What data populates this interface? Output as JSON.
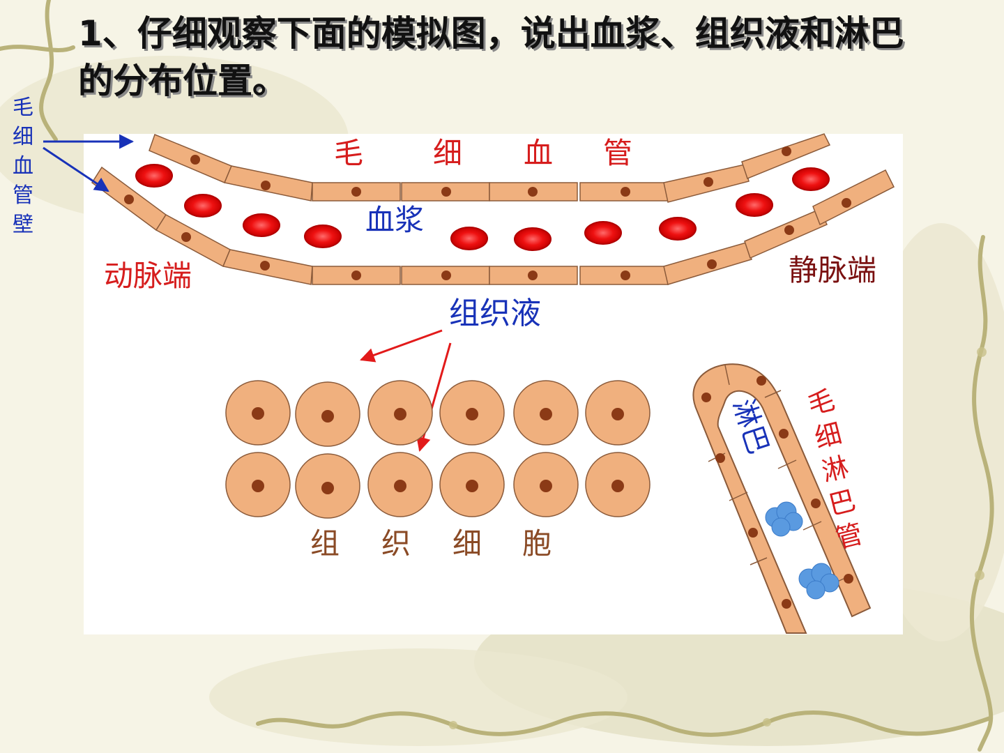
{
  "title": {
    "line1_prefix": "1、仔细观察下面的模拟图，说出",
    "line1_emph": "血浆、组织液和淋巴",
    "line2": "的分布位置。"
  },
  "labels": {
    "capillary_wall": [
      "毛",
      "细",
      "血",
      "管",
      "壁"
    ],
    "capillary_title": [
      "毛",
      "细",
      "血",
      "管"
    ],
    "plasma": "血浆",
    "arterial_end": "动脉端",
    "venous_end": "静脉端",
    "tissue_fluid": "组织液",
    "tissue_cells": [
      "组",
      "织",
      "细",
      "胞"
    ],
    "lymph": "淋巴",
    "lymph_capillary": [
      "毛",
      "细",
      "淋",
      "巴",
      "管"
    ]
  },
  "colors": {
    "cell_fill": "#f0b07e",
    "cell_stroke": "#8a5a3a",
    "nucleus": "#8b3a16",
    "red_blood_cell": "#ee1111",
    "blue_text": "#1832b8",
    "red_text": "#d61d1d",
    "brown_text": "#8a4a25",
    "dark_red_text": "#7a1010",
    "lymphocyte": "#5a9ae0"
  },
  "icons": [
    "arrow-icon"
  ]
}
